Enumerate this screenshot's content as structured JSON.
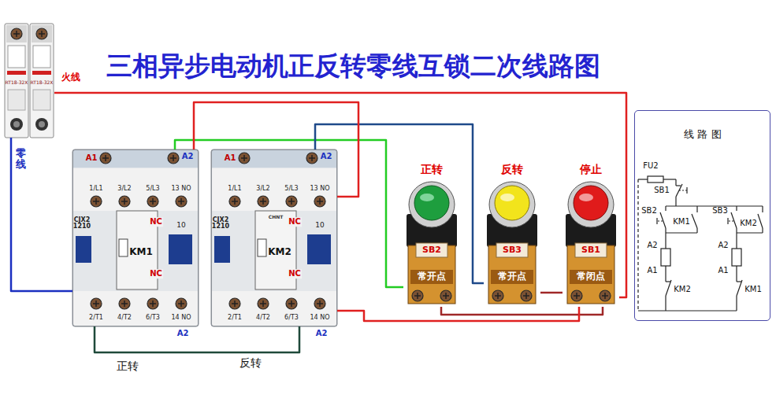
{
  "diagram": {
    "title": "三相异步电动机正反转零线互锁二次线路图",
    "nodes": [
      {
        "text": [
          "RT18-32X"
        ]
      },
      {
        "text": [
          "KM1"
        ]
      },
      {
        "text": [
          "KM2"
        ]
      },
      {
        "text": [
          "正转",
          "SB2",
          "常开点"
        ]
      },
      {
        "text": [
          "反转",
          "SB3",
          "常开点"
        ]
      },
      {
        "text": [
          "停止",
          "SB1",
          "常闭点"
        ]
      },
      {
        "text": [
          "线 路 图"
        ]
      }
    ],
    "edges": [
      {
        "from": 0,
        "to": 5,
        "arrow": "none"
      },
      {
        "from": 0,
        "to": 1,
        "arrow": "none"
      },
      {
        "from": 5,
        "to": 3,
        "arrow": "none"
      },
      {
        "from": 5,
        "to": 4,
        "arrow": "none"
      },
      {
        "from": 3,
        "to": 1,
        "arrow": "none"
      },
      {
        "from": 4,
        "to": 2,
        "arrow": "none"
      },
      {
        "from": 1,
        "to": 2,
        "arrow": "none"
      },
      {
        "from": 1,
        "to": 2,
        "arrow": "none"
      },
      {
        "from": 2,
        "to": 5,
        "arrow": "none"
      }
    ],
    "labels": [
      "火线",
      "零线",
      "RT18-32X",
      "A1",
      "A2",
      "1/L1",
      "3/L2",
      "5/L3",
      "13 NO",
      "CJX2 1210",
      "NC",
      "NC",
      "10",
      "2/T1",
      "4/T2",
      "6/T3",
      "14 NO",
      "A2",
      "A1",
      "A2",
      "1/L1",
      "3/L2",
      "5/L3",
      "13 NO",
      "CJX2 1210",
      "CHNT",
      "NC",
      "NC",
      "10",
      "2/T1",
      "4/T2",
      "6/T3",
      "14 NO",
      "A2",
      "正转",
      "反转",
      "FU2",
      "SB1",
      "SB2",
      "KM1",
      "SB3",
      "KM2",
      "A2",
      "A1",
      "KM2",
      "A2",
      "A1",
      "KM1"
    ]
  }
}
